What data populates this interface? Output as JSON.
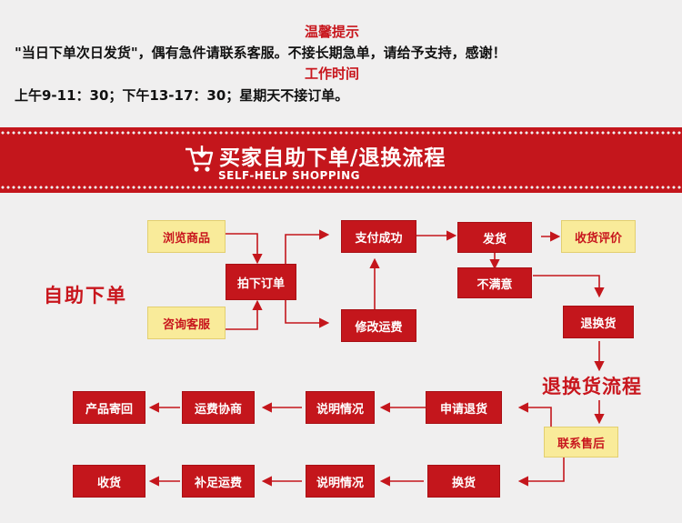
{
  "notice": {
    "title1": "温馨提示",
    "line1": "\"当日下单次日发货\"，偶有急件请联系客服。不接长期急单，请给予支持，感谢！",
    "title2": "工作时间",
    "line2": "上午9-11：30；下午13-17：30；星期天不接订单。"
  },
  "banner": {
    "title": "买家自助下单/退换流程",
    "subtitle": "SELF-HELP SHOPPING"
  },
  "labels": {
    "self_order": "自助下单",
    "return_flow": "退换货流程"
  },
  "steps": {
    "browse": "浏览商品",
    "consult": "咨询客服",
    "place_order": "拍下订单",
    "pay_success": "支付成功",
    "modify_shipping": "修改运费",
    "ship": "发货",
    "confirm_receipt": "收货评价",
    "unsatisfied": "不满意",
    "exchange_goods": "退换货",
    "contact_support": "联系售后",
    "apply_return": "申请退货",
    "explain_1": "说明情况",
    "negotiate_shipping": "运费协商",
    "return_product": "产品寄回",
    "exchange": "换货",
    "explain_2": "说明情况",
    "supplement_shipping": "补足运费",
    "receive": "收货"
  },
  "colors": {
    "accent": "#c4161c",
    "highlight": "#f9eb9a"
  }
}
